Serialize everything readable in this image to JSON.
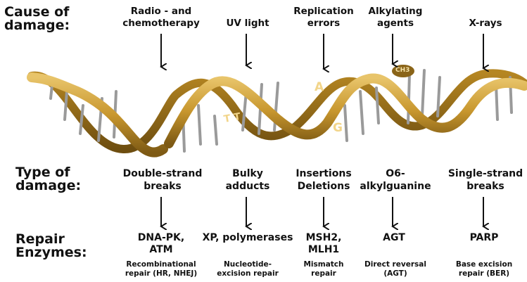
{
  "row_labels": {
    "cause": "Cause of\ndamage:",
    "type": "Type of\ndamage:",
    "repair": "Repair\nEnzymes:"
  },
  "columns": [
    {
      "cause": "Radio - and\nchemotherapy",
      "type": "Double-strand\nbreaks",
      "enzymes": "DNA-PK,\nATM",
      "pathway": "Recombinational\nrepair (HR, NHEJ)"
    },
    {
      "cause": "UV light",
      "type": "Bulky\nadducts",
      "enzymes": "XP, polymerases",
      "pathway": "Nucleotide-\nexcision repair"
    },
    {
      "cause": "Replication\nerrors",
      "type": "Insertions\nDeletions",
      "enzymes": "MSH2,\nMLH1",
      "pathway": "Mismatch\nrepair"
    },
    {
      "cause": "Alkylating\nagents",
      "type": "O6-\nalkylguanine",
      "enzymes": "AGT",
      "pathway": "Direct reversal\n(AGT)"
    },
    {
      "cause": "X-rays",
      "type": "Single-strand\nbreaks",
      "enzymes": "PARP",
      "pathway": "Base excision\nrepair (BER)"
    }
  ],
  "helix_labels": {
    "adenine": "A",
    "guanine": "G",
    "thymine_dimer": "T T",
    "methyl": "CH3"
  },
  "colors": {
    "strand": "#c8972e",
    "strand_dark": "#8a6418",
    "strand_light": "#e8c46a",
    "rung": "#9a9a9a",
    "arrow": "#111111"
  }
}
